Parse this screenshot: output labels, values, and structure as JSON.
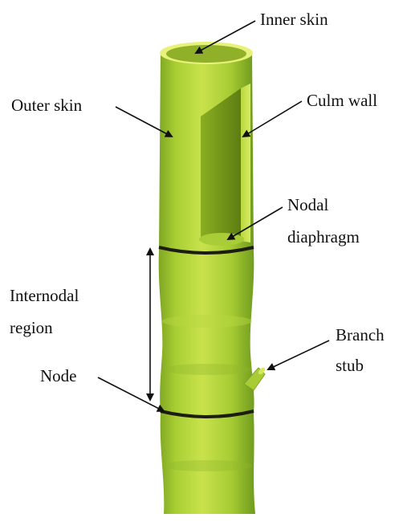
{
  "labels": {
    "inner_skin": "Inner skin",
    "outer_skin": "Outer skin",
    "culm_wall": "Culm wall",
    "nodal_diaphragm_1": "Nodal",
    "nodal_diaphragm_2": "diaphragm",
    "internodal_region_1": "Internodal",
    "internodal_region_2": "region",
    "branch_stub_1": "Branch",
    "branch_stub_2": "stub",
    "node": "Node"
  },
  "colors": {
    "culm_light": "#c8e04a",
    "culm_mid": "#9cc72c",
    "culm_dark": "#6f9a1e",
    "cavity": "#5e7d12",
    "rim": "#e8f27a",
    "node_ring": "#1c1c12",
    "arrow": "#111111",
    "text": "#111111"
  }
}
